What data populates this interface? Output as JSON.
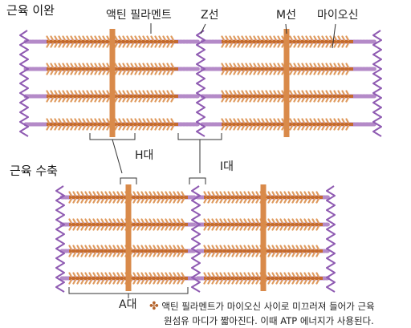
{
  "labels": {
    "relaxed": "근육 이완",
    "contracted": "근육 수축",
    "actin": "액틴 필라멘트",
    "zline": "Z선",
    "mline": "M선",
    "myosin": "마이오신",
    "hband": "H대",
    "iband": "I대",
    "aband": "A대"
  },
  "note": {
    "line1": "액틴 필라멘트가 마이오신 사이로 미끄러져 들어가 근육",
    "line2": "원섬유 마디가 짧아진다. 이때 ATP 에너지가 사용된다."
  },
  "colors": {
    "zdisc": "#8f5bb2",
    "actin": "#b48ac8",
    "myosin": "#c46a2e",
    "myosin_head": "#df9a5e",
    "mline": "#d98a4a"
  }
}
